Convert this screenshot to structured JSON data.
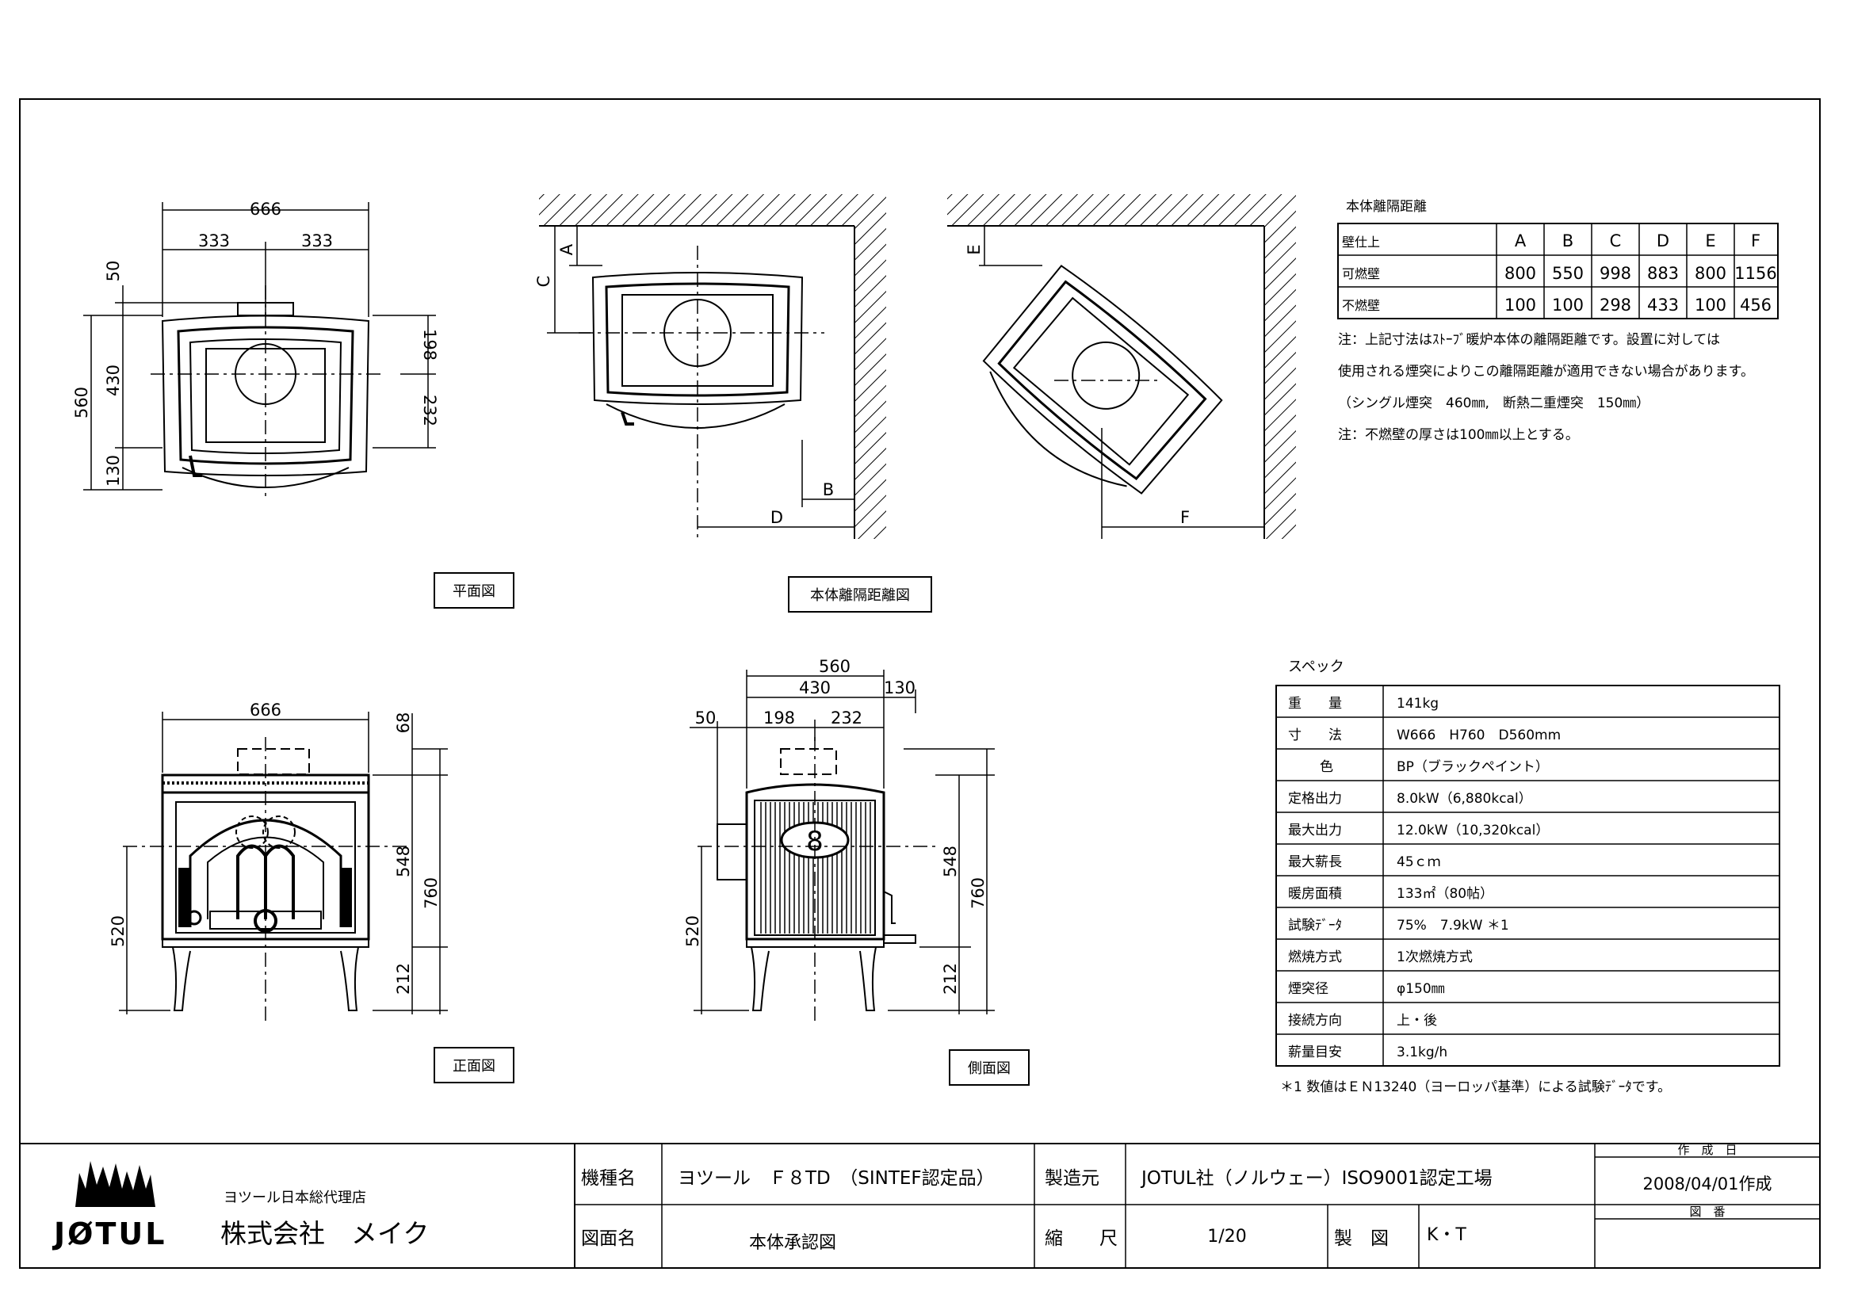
{
  "plan_dims": {
    "w": "666",
    "half1": "333",
    "half2": "333",
    "top": "50",
    "d198": "198",
    "d430": "430",
    "d560": "560",
    "d232": "232",
    "d130": "130"
  },
  "clearance_labels": {
    "a": "A",
    "b": "B",
    "c": "C",
    "d": "D",
    "e": "E",
    "f": "F"
  },
  "view_labels": {
    "plan": "平面図",
    "clearance": "本体離隔距離図",
    "front": "正面図",
    "side": "側面図"
  },
  "front_dims": {
    "w": "666",
    "d68": "68",
    "d548": "548",
    "d760": "760",
    "d520": "520",
    "d212": "212"
  },
  "side_dims": {
    "d560": "560",
    "d430": "430",
    "d130": "130",
    "d50": "50",
    "d198": "198",
    "d232": "232",
    "d548": "548",
    "d760": "760",
    "d520": "520",
    "d212": "212"
  },
  "clearance_table": {
    "title": "本体離隔距離",
    "header": [
      "壁仕上",
      "A",
      "B",
      "C",
      "D",
      "E",
      "F"
    ],
    "rows": [
      [
        "可燃壁",
        "800",
        "550",
        "998",
        "883",
        "800",
        "1156"
      ],
      [
        "不燃壁",
        "100",
        "100",
        "298",
        "433",
        "100",
        "456"
      ]
    ],
    "notes": [
      "注：上記寸法はｽﾄｰﾌﾞ暖炉本体の離隔距離です。設置に対しては",
      "使用される煙突によりこの離隔距離が適用できない場合があります。",
      "（シングル煙突　460㎜,　断熱二重煙突　150㎜）",
      "注：不燃壁の厚さは100㎜以上とする。"
    ]
  },
  "spec": {
    "title": "スペック",
    "rows": [
      [
        "重　　量",
        "141kg"
      ],
      [
        "寸　　法",
        "W666　H760　D560mm"
      ],
      [
        "色",
        "BP（ブラックペイント）"
      ],
      [
        "定格出力",
        "8.0kW（6,880kcal）"
      ],
      [
        "最大出力",
        "12.0kW（10,320kcal）"
      ],
      [
        "最大薪長",
        "45ｃｍ"
      ],
      [
        "暖房面積",
        "133㎡（80帖）"
      ],
      [
        "試験ﾃﾞｰﾀ",
        "75%　7.9kW ＊1"
      ],
      [
        "燃焼方式",
        "1次燃焼方式"
      ],
      [
        "煙突径",
        "φ150㎜"
      ],
      [
        "接続方向",
        "上・後"
      ],
      [
        "薪量目安",
        "3.1kg/h"
      ]
    ],
    "footnote": "＊1 数値はＥＮ13240（ヨーロッパ基準）による試験ﾃﾞｰﾀです。"
  },
  "title_block": {
    "logo": "JØTUL",
    "agent": "ヨツール日本総代理店",
    "company": "株式会社　メイク",
    "model_label": "機種名",
    "model_value": "ヨツール　Ｆ８TD　（SINTEF認定品）",
    "maker_label": "製造元",
    "maker_value": "JOTUL社（ノルウェー）ISO9001認定工場",
    "created_label": "作　成　日",
    "created_value": "2008/04/01作成",
    "drawing_label": "図面名",
    "drawing_value": "本体承認図",
    "scale_label": "縮　　尺",
    "scale_value": "1/20",
    "drawn_label": "製　図",
    "drawn_value": "K・T",
    "number_label": "図　番",
    "number_value": ""
  }
}
